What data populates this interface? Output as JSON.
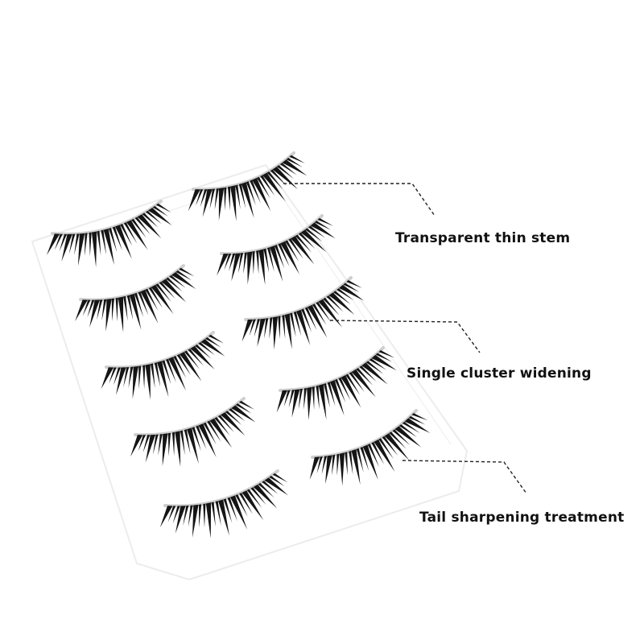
{
  "annotations": [
    {
      "id": "stem",
      "text": "Transparent thin stem"
    },
    {
      "id": "cluster",
      "text": "Single cluster widening"
    },
    {
      "id": "tail",
      "text": "Tail sharpening treatment"
    }
  ],
  "colors": {
    "background": "#ffffff",
    "lash": "#151515",
    "tray": "#e9e9e9",
    "band": "#cfcfcf",
    "leader": "#222222",
    "text": "#111111"
  },
  "icons": [
    "eyelash-strip-icon"
  ]
}
